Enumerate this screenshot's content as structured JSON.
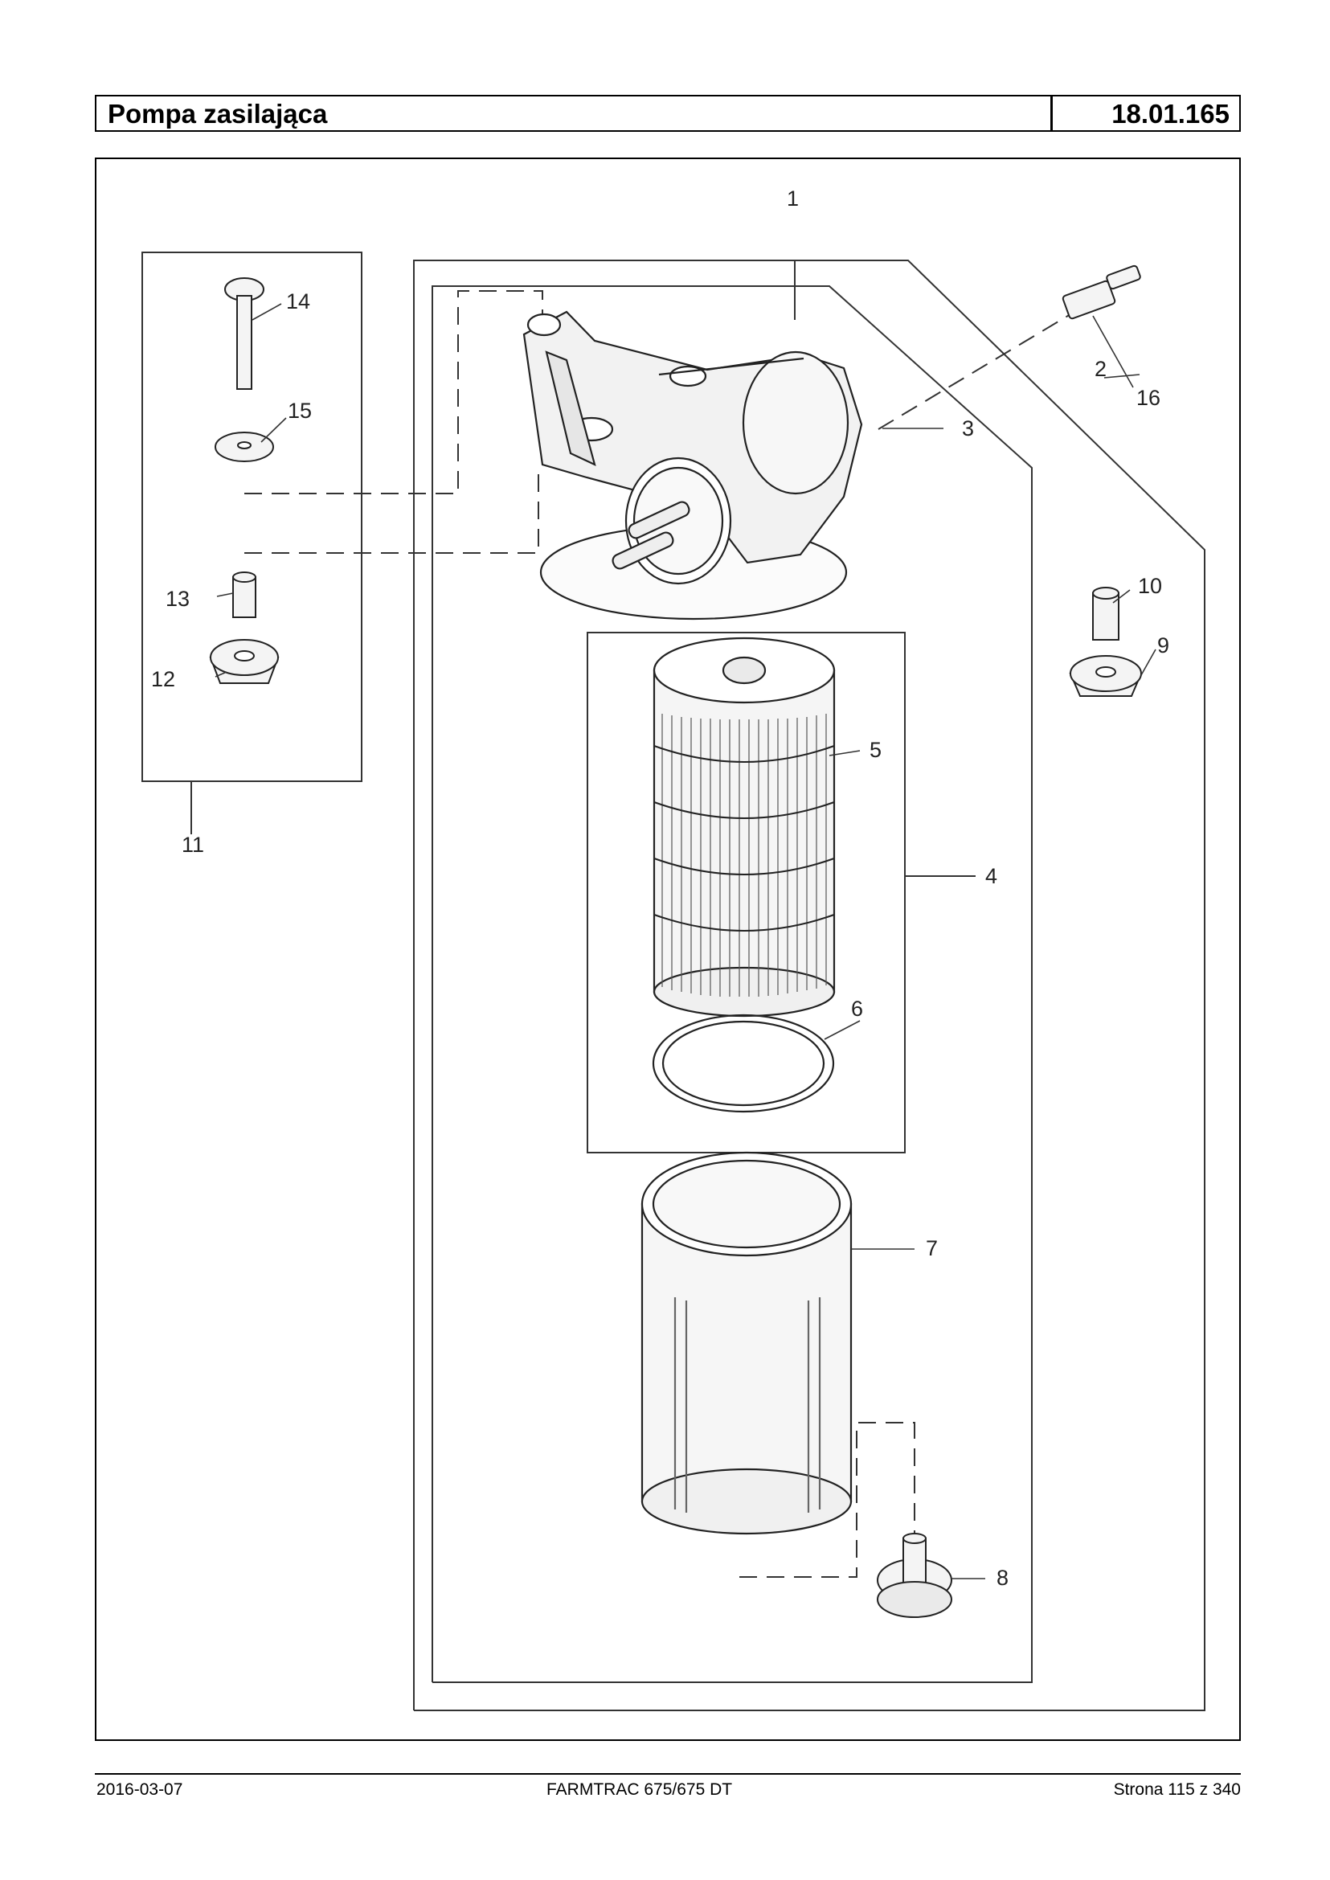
{
  "header": {
    "title": "Pompa zasilająca",
    "code": "18.01.165"
  },
  "diagram": {
    "callouts": [
      "1",
      "2",
      "3",
      "4",
      "5",
      "6",
      "7",
      "8",
      "9",
      "10",
      "11",
      "12",
      "13",
      "14",
      "15",
      "16"
    ]
  },
  "footer": {
    "date": "2016-03-07",
    "model": "FARMTRAC 675/675 DT",
    "page": "Strona 115 z 340"
  }
}
